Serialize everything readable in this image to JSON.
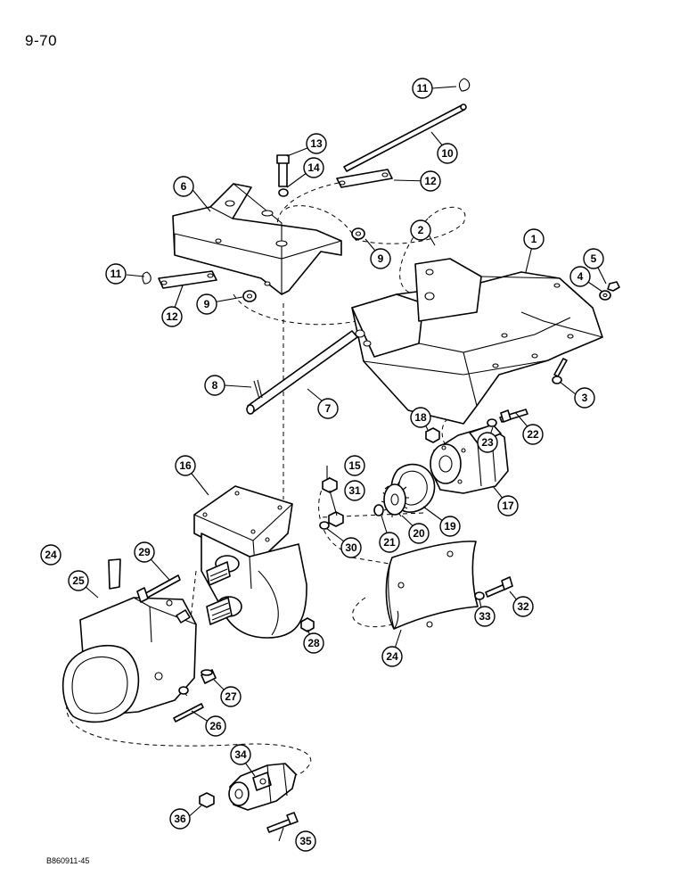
{
  "page": {
    "page_number": "9-70",
    "reference_code": "B860911-45"
  },
  "callouts": [
    "1",
    "2",
    "3",
    "4",
    "5",
    "6",
    "7",
    "8",
    "9",
    "9",
    "10",
    "11",
    "11",
    "12",
    "12",
    "13",
    "14",
    "15",
    "16",
    "17",
    "18",
    "19",
    "20",
    "21",
    "22",
    "23",
    "24",
    "24",
    "25",
    "26",
    "27",
    "28",
    "29",
    "30",
    "31",
    "32",
    "33",
    "34",
    "35",
    "36"
  ]
}
